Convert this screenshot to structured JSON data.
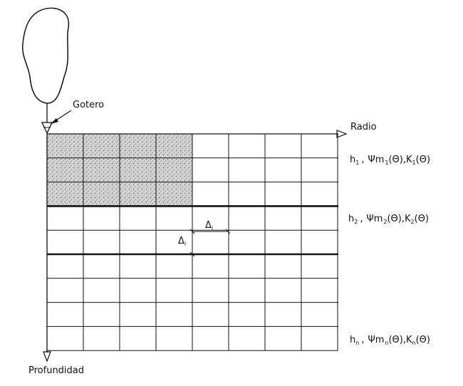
{
  "labels": {
    "dripper": "Gotero",
    "radius_axis": "Radio",
    "depth_axis": "Profundidad",
    "delta": "Δ",
    "delta_sub": "i"
  },
  "layers": [
    {
      "h": "h",
      "h_sub": "1",
      "psi": "Ψm",
      "psi_sub": "1",
      "theta": "(Θ)",
      "k": "K",
      "k_sub": "1",
      "comma": ","
    },
    {
      "h": "h",
      "h_sub": "2",
      "psi": "Ψm",
      "psi_sub": "2",
      "theta": "(Θ)",
      "k": "K",
      "k_sub": "2",
      "comma": ","
    },
    {
      "h": "h",
      "h_sub": "n",
      "psi": "Ψm",
      "psi_sub": "n",
      "theta": "(Θ)",
      "k": "K",
      "k_sub": "n",
      "comma": ","
    }
  ],
  "grid": {
    "columns": 8,
    "rows": 9,
    "wetted_columns": 4,
    "wetted_rows": 3,
    "thick_row_lines": [
      3,
      5
    ]
  },
  "colors": {
    "line": "#111111",
    "wetted_fill": "#c8c8c8",
    "background": "#ffffff"
  },
  "icons": {
    "bulb": "wetted-bulb-shape",
    "dripper": "dripper-triangle-icon"
  }
}
